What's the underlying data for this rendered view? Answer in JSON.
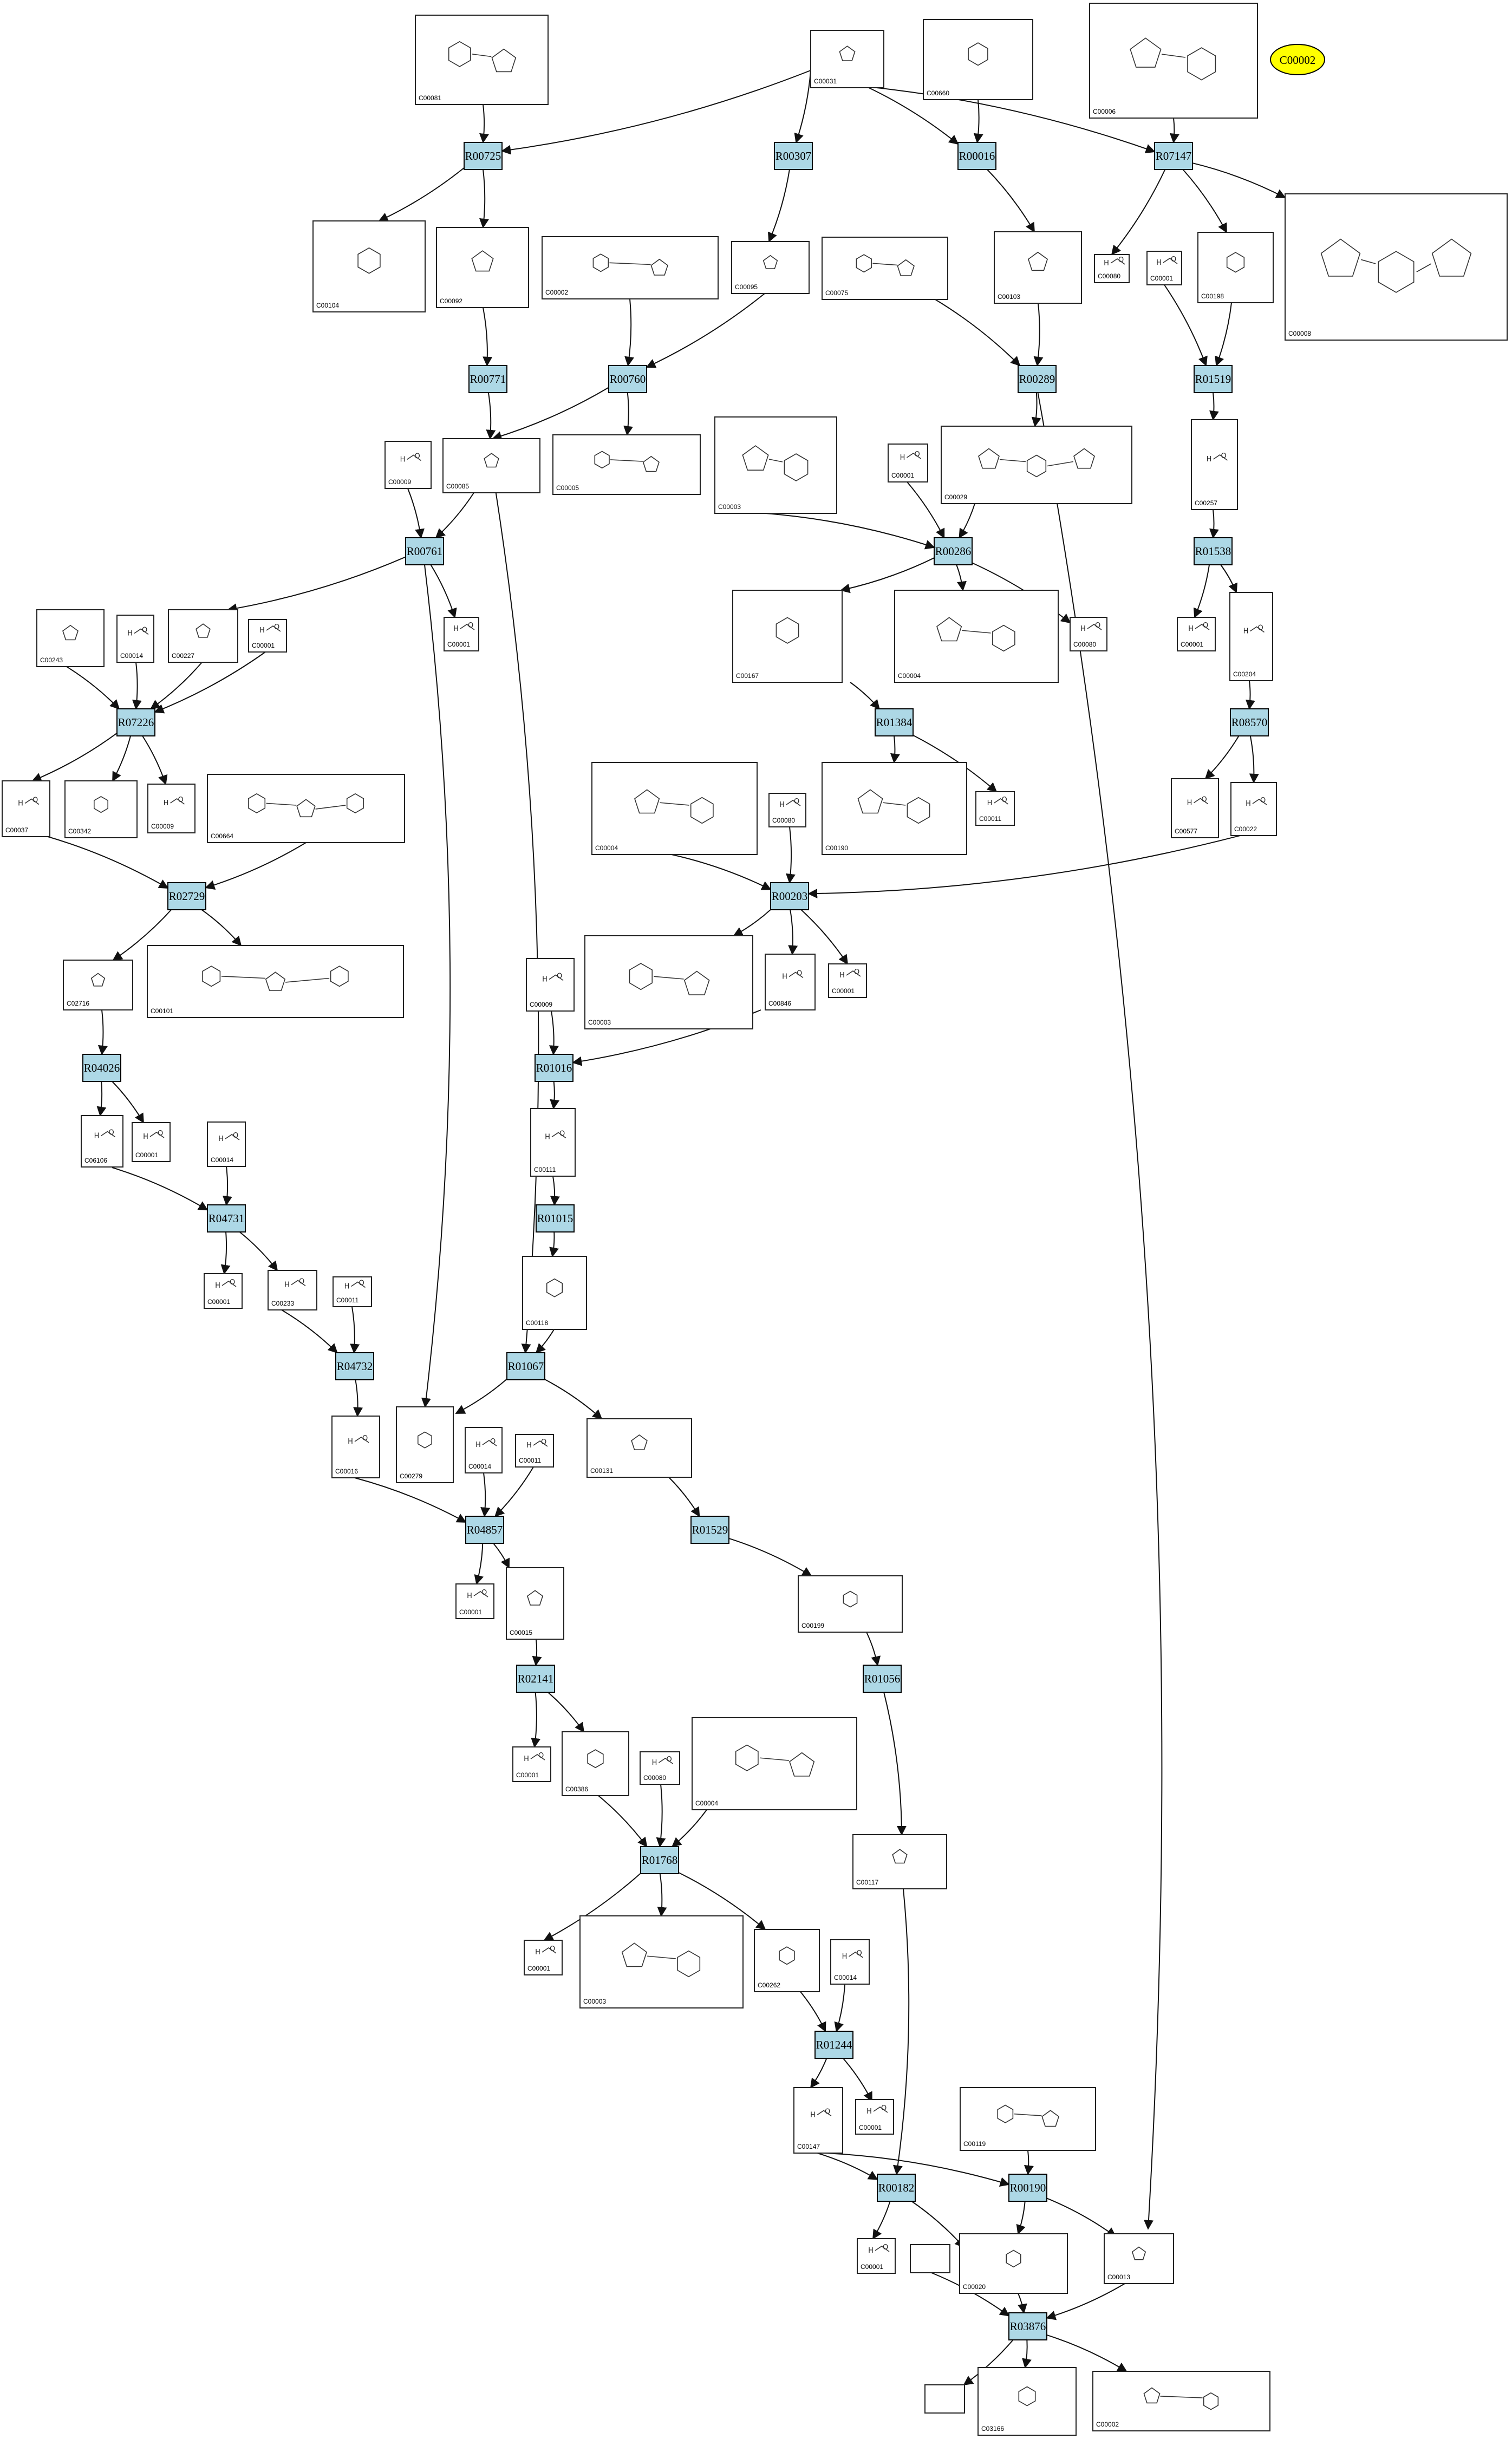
{
  "colors": {
    "reaction_fill": "#add8e6",
    "highlight_fill": "#ffff00",
    "edge": "#111111"
  },
  "highlight": {
    "id": "C00002"
  },
  "reactions": [
    "R00725",
    "R00307",
    "R00016",
    "R07147",
    "R00771",
    "R00760",
    "R00289",
    "R01519",
    "R00761",
    "R00286",
    "R01538",
    "R07226",
    "R01384",
    "R08570",
    "R02729",
    "R00203",
    "R04026",
    "R01016",
    "R01015",
    "R04731",
    "R04732",
    "R01067",
    "R04857",
    "R01529",
    "R02141",
    "R01056",
    "R01768",
    "R01244",
    "R00182",
    "R00190",
    "R03876"
  ],
  "compounds": [
    "C00081",
    "C00031",
    "C00660",
    "C00006",
    "C00104",
    "C00092",
    "C00002",
    "C00095",
    "C00075",
    "C00103",
    "C00080",
    "C00001",
    "C00198",
    "C00008",
    "C00009",
    "C00085",
    "C00005",
    "C00003",
    "C00029",
    "C00257",
    "C00004",
    "C00167",
    "C00204",
    "C00243",
    "C00014",
    "C00227",
    "C00037",
    "C00342",
    "C00664",
    "C00190",
    "C00011",
    "C00577",
    "C00022",
    "C02716",
    "C00101",
    "C00846",
    "C06106",
    "C00111",
    "C00233",
    "C00279",
    "C00118",
    "C00016",
    "C00131",
    "C00199",
    "C00015",
    "C00386",
    "C00117",
    "C00262",
    "C00147",
    "C00119",
    "C00020",
    "C00013",
    "C03166"
  ]
}
